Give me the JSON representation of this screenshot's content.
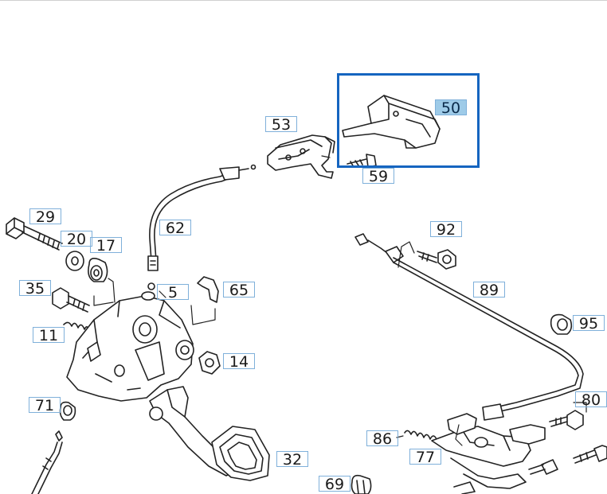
{
  "diagram": {
    "callouts": [
      {
        "id": "c29",
        "label": "29"
      },
      {
        "id": "c20",
        "label": "20"
      },
      {
        "id": "c17",
        "label": "17"
      },
      {
        "id": "c35",
        "label": "35"
      },
      {
        "id": "c11",
        "label": "11"
      },
      {
        "id": "c71",
        "label": "71"
      },
      {
        "id": "c62",
        "label": "62"
      },
      {
        "id": "c5",
        "label": "5"
      },
      {
        "id": "c65",
        "label": "65"
      },
      {
        "id": "c14",
        "label": "14"
      },
      {
        "id": "c53",
        "label": "53"
      },
      {
        "id": "c50",
        "label": "50"
      },
      {
        "id": "c59",
        "label": "59"
      },
      {
        "id": "c92",
        "label": "92"
      },
      {
        "id": "c89",
        "label": "89"
      },
      {
        "id": "c95",
        "label": "95"
      },
      {
        "id": "c80",
        "label": "80"
      },
      {
        "id": "c86",
        "label": "86"
      },
      {
        "id": "c77",
        "label": "77"
      },
      {
        "id": "c32",
        "label": "32"
      },
      {
        "id": "c69",
        "label": "69"
      }
    ],
    "selected_part": "50",
    "colors": {
      "selection": "#1565c0",
      "highlight": "#9ecbe8",
      "callout_border": "#7fb0da"
    }
  }
}
